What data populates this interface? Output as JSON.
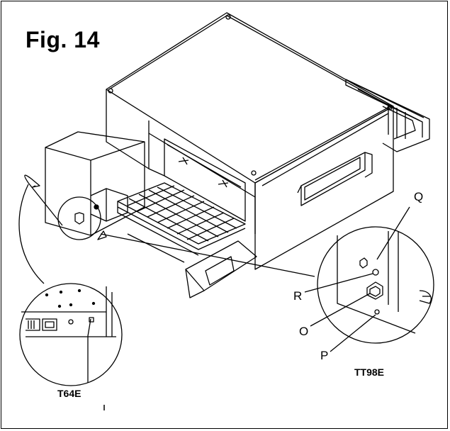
{
  "figure": {
    "title": "Fig. 14",
    "callouts": {
      "q": "Q",
      "r": "R",
      "o": "O",
      "p": "P"
    },
    "model_left": "T64E",
    "model_right": "TT98E"
  }
}
